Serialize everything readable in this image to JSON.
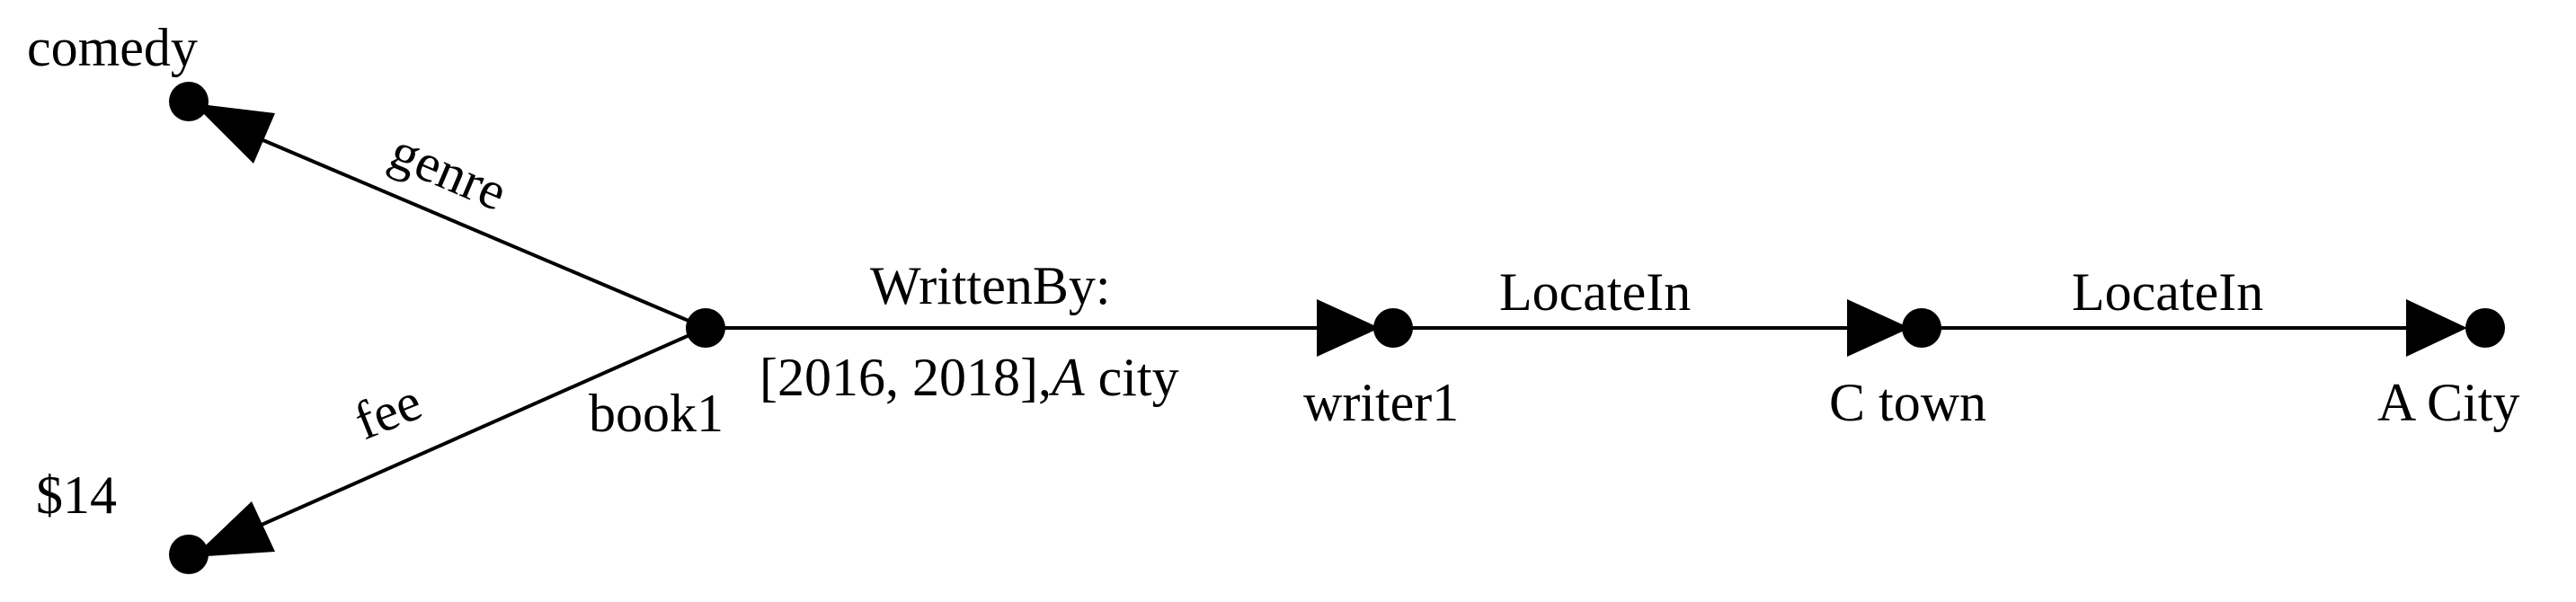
{
  "colors": {
    "ink": "#000000",
    "background": "#ffffff"
  },
  "nodes": [
    {
      "id": "comedy",
      "label": "comedy"
    },
    {
      "id": "fee_value",
      "label": "$14"
    },
    {
      "id": "book1",
      "label": "book1"
    },
    {
      "id": "writer1",
      "label": "writer1"
    },
    {
      "id": "c_town",
      "label": "C town"
    },
    {
      "id": "a_city",
      "label": "A City"
    }
  ],
  "edges": [
    {
      "id": "genre",
      "from": "book1",
      "to": "comedy",
      "label": "genre"
    },
    {
      "id": "fee",
      "from": "book1",
      "to": "fee_value",
      "label": "fee"
    },
    {
      "id": "written_by",
      "from": "book1",
      "to": "writer1",
      "label": "WrittenBy:",
      "qualifier_range": "[2016, 2018],",
      "qualifier_place_italic": "A",
      "qualifier_place_rest": " city"
    },
    {
      "id": "locate_in_1",
      "from": "writer1",
      "to": "c_town",
      "label": "LocateIn"
    },
    {
      "id": "locate_in_2",
      "from": "c_town",
      "to": "a_city",
      "label": "LocateIn"
    }
  ]
}
